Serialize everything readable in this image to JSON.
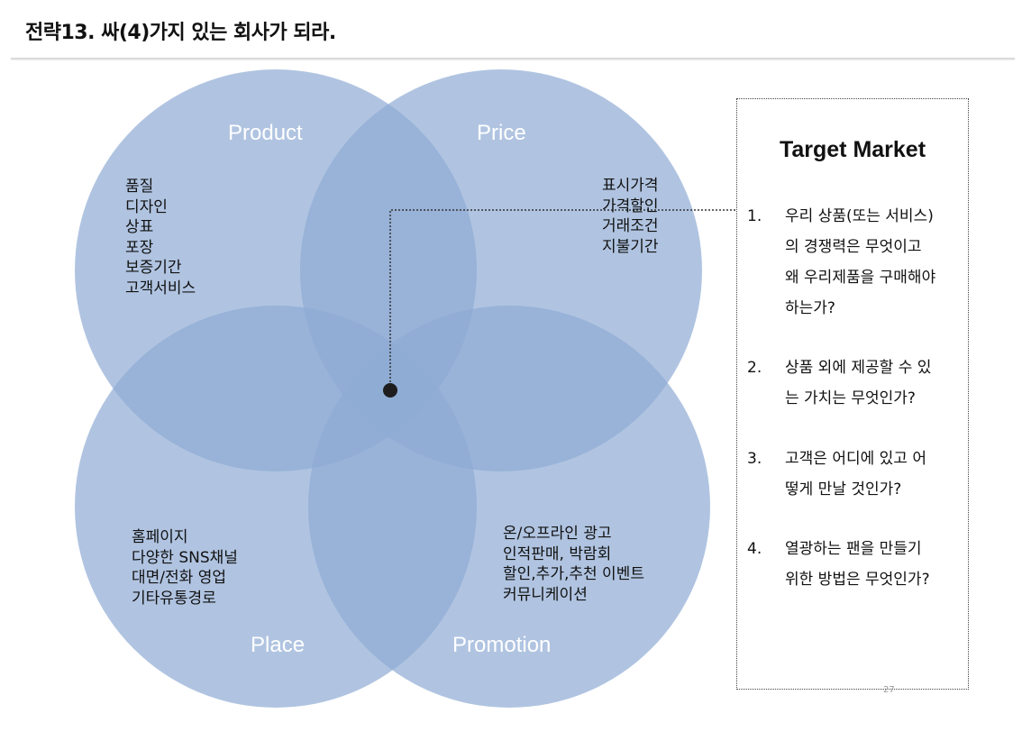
{
  "title": "전략13. 싸(4)가지 있는 회사가 되라.",
  "colors": {
    "circle": "#a3bbdc",
    "label": "#ffffff",
    "dot": "#222222"
  },
  "circles": {
    "product": {
      "label": "Product",
      "items": [
        "품질",
        "디자인",
        "상표",
        "포장",
        "보증기간",
        "고객서비스"
      ]
    },
    "price": {
      "label": "Price",
      "items": [
        "표시가격",
        "가격할인",
        "거래조건",
        "지불기간"
      ]
    },
    "place": {
      "label": "Place",
      "items": [
        "홈페이지",
        "다양한 SNS채널",
        "대면/전화 영업",
        "기타유통경로"
      ]
    },
    "promotion": {
      "label": "Promotion",
      "items": [
        "온/오프라인 광고",
        "인적판매, 박람회",
        "할인,추가,추천 이벤트",
        "커뮤니케이션"
      ]
    }
  },
  "target": {
    "title": "Target Market",
    "questions": [
      {
        "num": "1.",
        "lines": [
          "우리 상품(또는 서비스)",
          "의 경쟁력은 무엇이고",
          "왜 우리제품을 구매해야",
          "하는가?"
        ]
      },
      {
        "num": "2.",
        "lines": [
          "상품 외에 제공할 수 있",
          "는 가치는 무엇인가?"
        ]
      },
      {
        "num": "3.",
        "lines": [
          "고객은 어디에 있고 어",
          "떻게  만날 것인가?"
        ]
      },
      {
        "num": "4.",
        "lines": [
          "열광하는 팬을 만들기",
          "위한 방법은 무엇인가?"
        ]
      }
    ]
  },
  "page_number": "27"
}
